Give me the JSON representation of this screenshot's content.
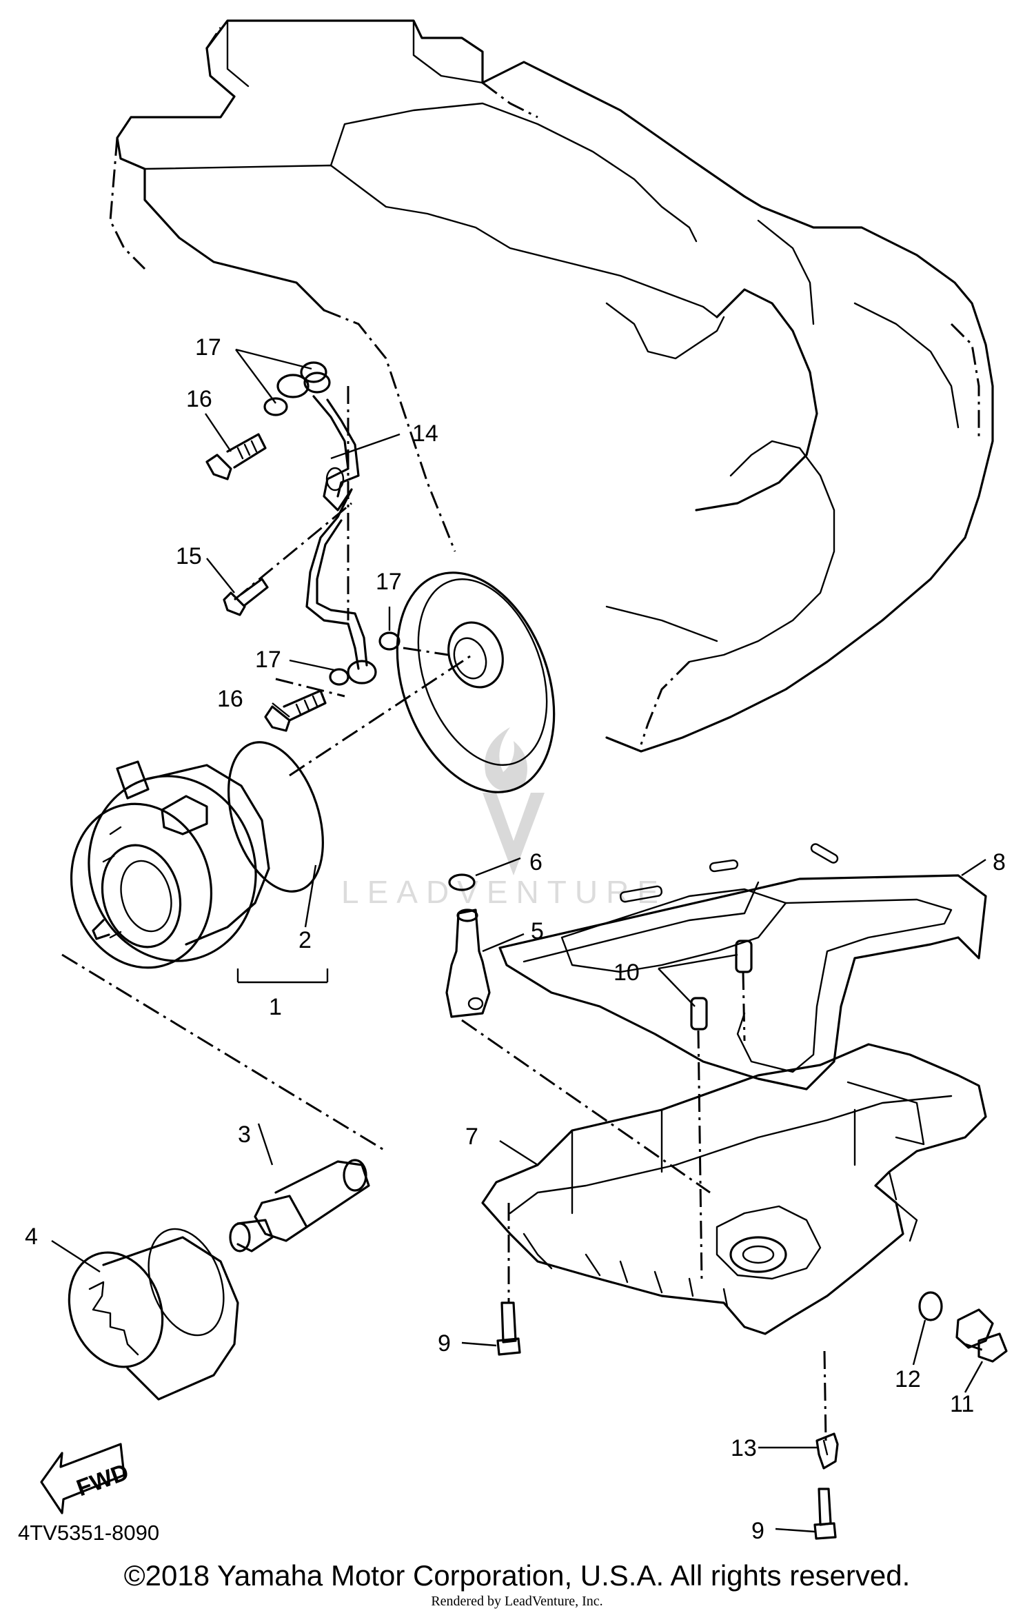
{
  "callouts": [
    {
      "num": "1"
    },
    {
      "num": "2"
    },
    {
      "num": "3"
    },
    {
      "num": "4"
    },
    {
      "num": "5"
    },
    {
      "num": "6"
    },
    {
      "num": "7"
    },
    {
      "num": "8"
    },
    {
      "num": "9"
    },
    {
      "num": "9"
    },
    {
      "num": "10"
    },
    {
      "num": "11"
    },
    {
      "num": "12"
    },
    {
      "num": "13"
    },
    {
      "num": "14"
    },
    {
      "num": "15"
    },
    {
      "num": "16"
    },
    {
      "num": "16"
    },
    {
      "num": "17"
    },
    {
      "num": "17"
    },
    {
      "num": "17"
    }
  ],
  "fwd_label": "FWD",
  "watermark": "LEADVENTURE",
  "part_number": "4TV5351-8090",
  "copyright": "©2018 Yamaha Motor Corporation, U.S.A. All rights reserved.",
  "rendered_by": "Rendered by LeadVenture, Inc."
}
